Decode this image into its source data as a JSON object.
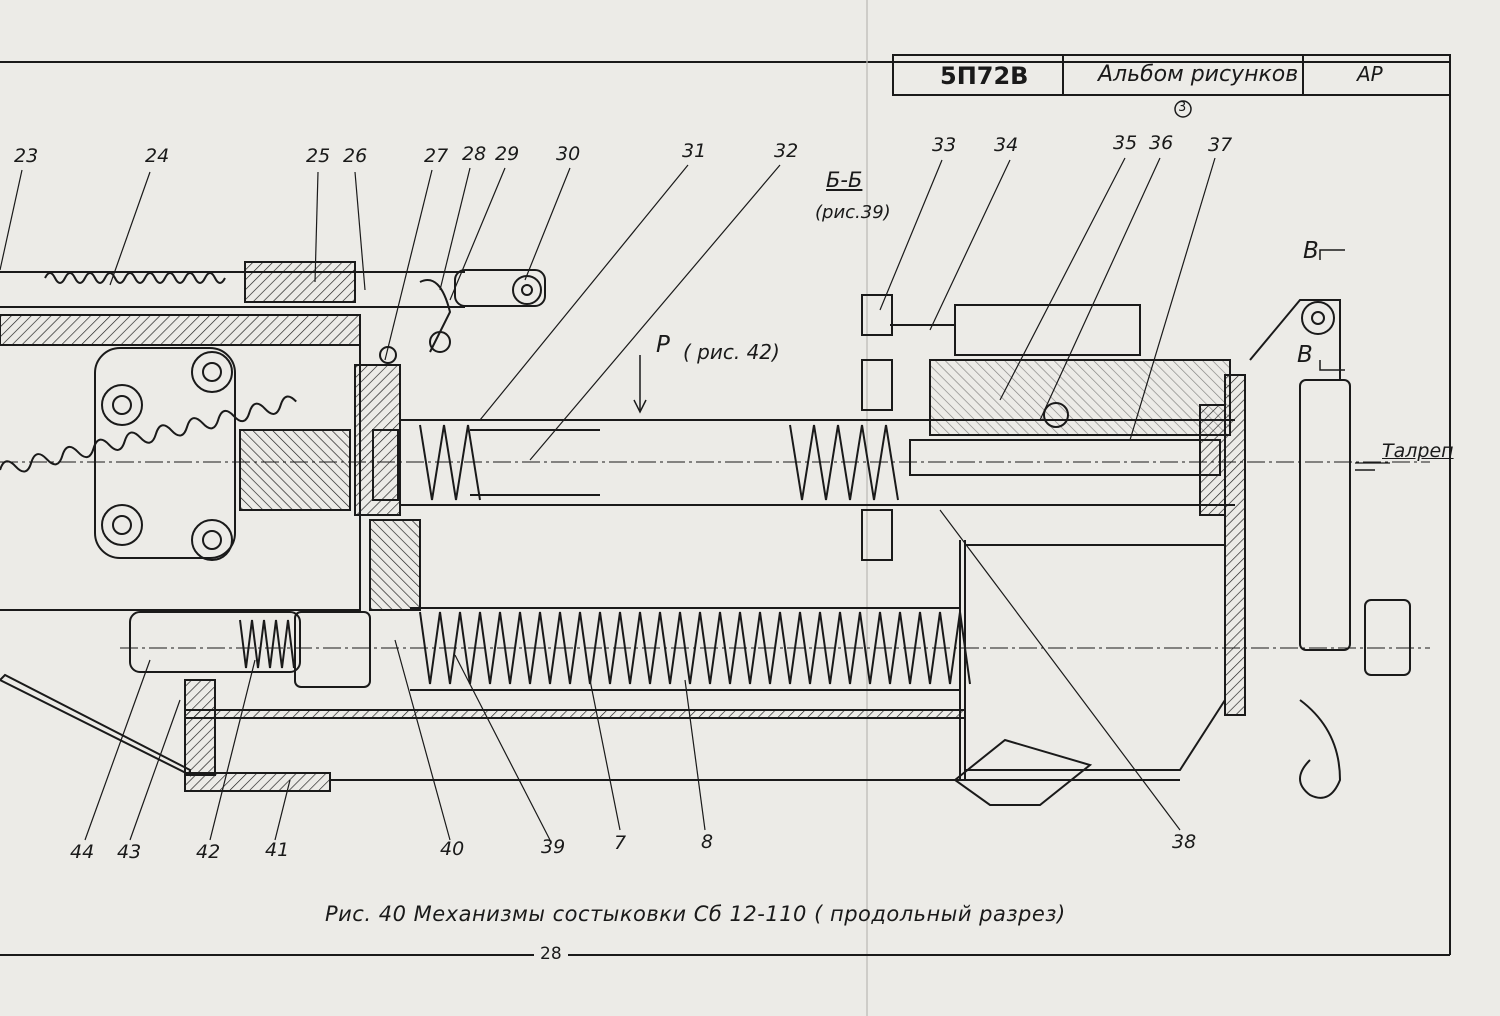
{
  "title_block": {
    "code": "5П72В",
    "album": "Альбом рисунков",
    "sheet": "АР",
    "stamp": "3"
  },
  "section_mark": {
    "name": "Б-Б",
    "ref": "(рис.39)"
  },
  "force": {
    "letter": "Р",
    "ref": "( рис. 42)"
  },
  "view_marks": [
    "В",
    "В"
  ],
  "talrep": "Талреп",
  "top_labels": [
    "23",
    "24",
    "25",
    "26",
    "27",
    "28",
    "29",
    "30",
    "31",
    "32",
    "33",
    "34",
    "35",
    "36",
    "37"
  ],
  "bottom_labels": [
    "44",
    "43",
    "42",
    "41",
    "40",
    "39",
    "7",
    "8",
    "38"
  ],
  "caption": "Рис. 40  Механизмы  состыковки  Сб 12-110 ( продольный  разрез)",
  "page_number": "28",
  "colors": {
    "paper": "#ecebe7",
    "ink": "#1a1a1a"
  }
}
